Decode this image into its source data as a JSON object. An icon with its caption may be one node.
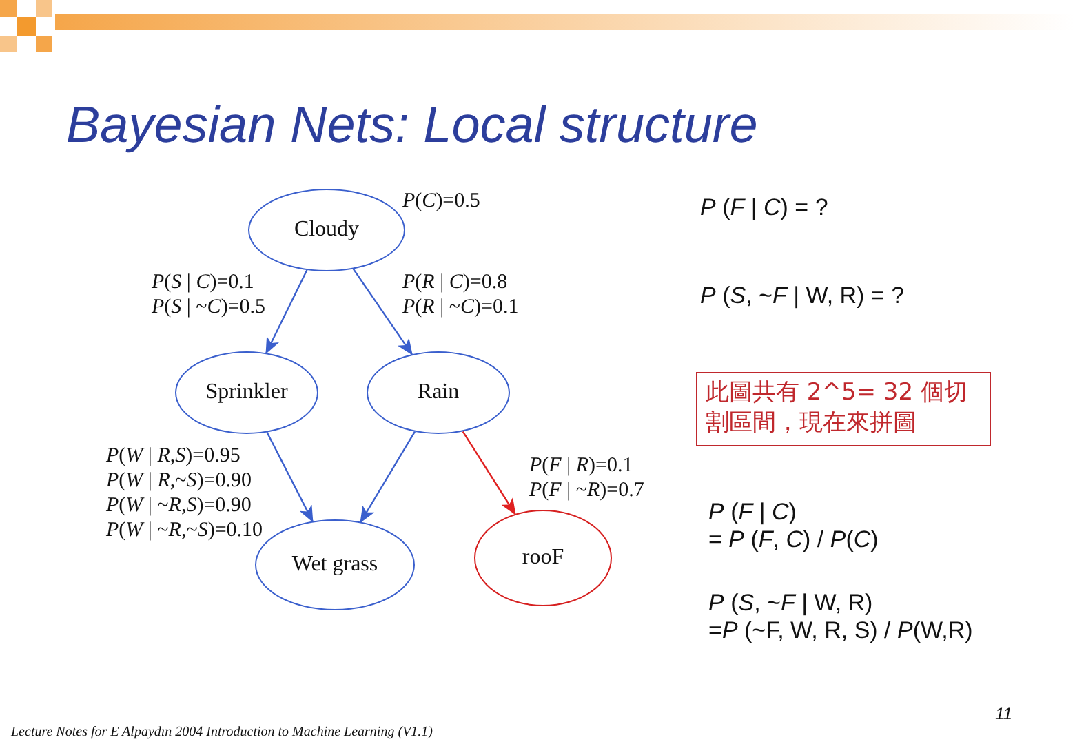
{
  "diagram": {
    "title": "Bayesian Nets: Local structure",
    "nodes": [
      {
        "text": [
          "Cloudy"
        ],
        "beside": [
          "*P*(*C*)=0.5"
        ]
      },
      {
        "text": [
          "Sprinkler"
        ],
        "beside": [
          "*P*(*S* | *C*)=0.1",
          "*P*(*S* | ~*C*)=0.5"
        ]
      },
      {
        "text": [
          "Rain"
        ],
        "beside": [
          "*P*(*R* | *C*)=0.8",
          "*P*(*R* | ~*C*)=0.1"
        ]
      },
      {
        "text": [
          "Wet grass"
        ],
        "beside": [
          "*P*(*W* | *R*,*S*)=0.95",
          "*P*(*W* | *R*,~*S*)=0.90",
          "*P*(*W* | ~*R*,*S*)=0.90",
          "*P*(*W* | ~*R*,~*S*)=0.10"
        ]
      },
      {
        "text": [
          "rooF"
        ],
        "beside": [
          "*P*(*F* | *R*)=0.1",
          "*P*(*F* | ~*R*)=0.7"
        ]
      },
      {
        "text": [
          "此圖共有 2^5= 32 個切割區間，現在來拼圖"
        ]
      }
    ],
    "edges": [
      {
        "from": 0,
        "to": 1,
        "arrow": "to"
      },
      {
        "from": 0,
        "to": 2,
        "arrow": "to"
      },
      {
        "from": 1,
        "to": 3,
        "arrow": "to"
      },
      {
        "from": 2,
        "to": 3,
        "arrow": "to"
      },
      {
        "from": 2,
        "to": 4,
        "arrow": "to",
        "color": "#e02020"
      }
    ],
    "labels": [
      "*P* (*F* | *C*) = ?",
      "*P* (*S*, ~*F* | W, R) = ?",
      "*P* (*F* | *C*) = *P* (*F*, *C*) / *P*(*C*)",
      "*P* (*S*, ~*F* | W, R) =*P* (~F, W, R, S) / *P*(W,R)",
      "11",
      "Lecture Notes for E Alpaydın 2004 Introduction to Machine Learning (V1.1)"
    ]
  }
}
